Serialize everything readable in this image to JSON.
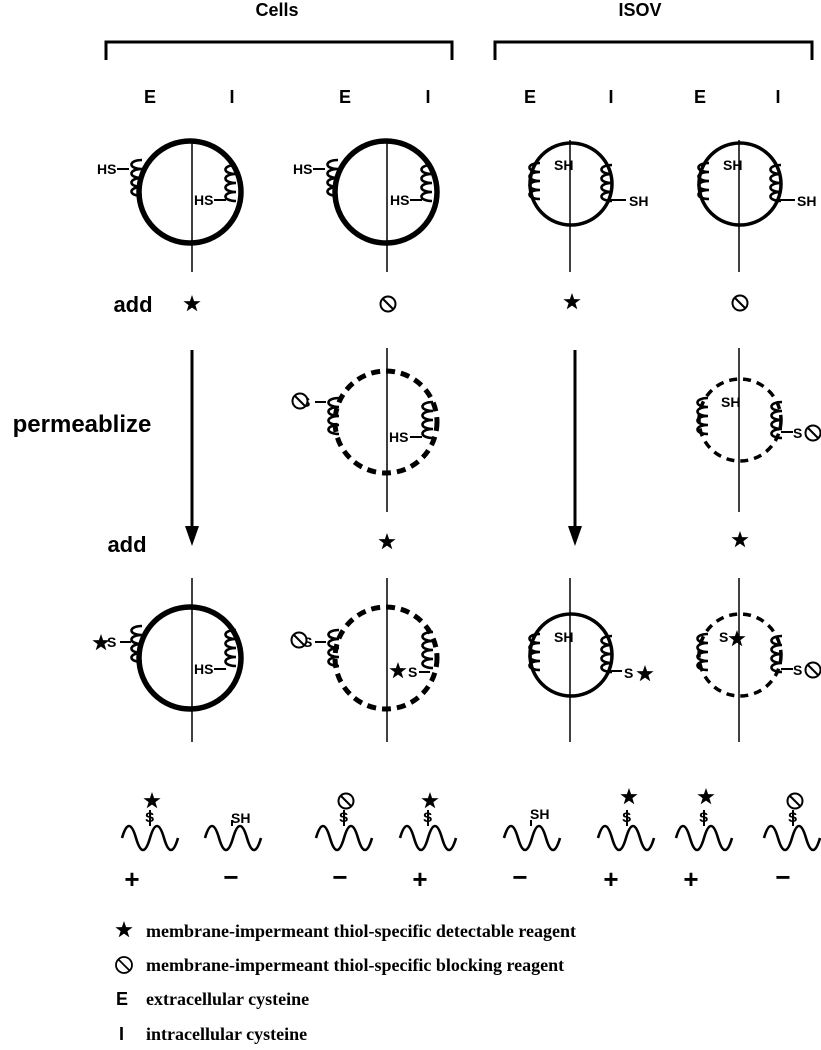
{
  "groups": {
    "cells": "Cells",
    "isov": "ISOV"
  },
  "side_labels": {
    "e": "E",
    "i": "I"
  },
  "steps": {
    "add1": "add",
    "permeabilize": "permeablize",
    "add2": "add"
  },
  "thiol": {
    "hs": "HS",
    "sh": "SH",
    "s": "S"
  },
  "results": [
    "+",
    "−",
    "−",
    "+",
    "−",
    "+",
    "+",
    "−"
  ],
  "legend": {
    "detectable": "membrane-impermeant thiol-specific detectable reagent",
    "blocking": "membrane-impermeant thiol-specific blocking reagent",
    "extracellular": "extracellular cysteine",
    "intracellular": "intracellular cysteine"
  },
  "icons": {
    "detectable_reagent": "star-icon",
    "blocking_reagent": "circle-slash-icon"
  }
}
